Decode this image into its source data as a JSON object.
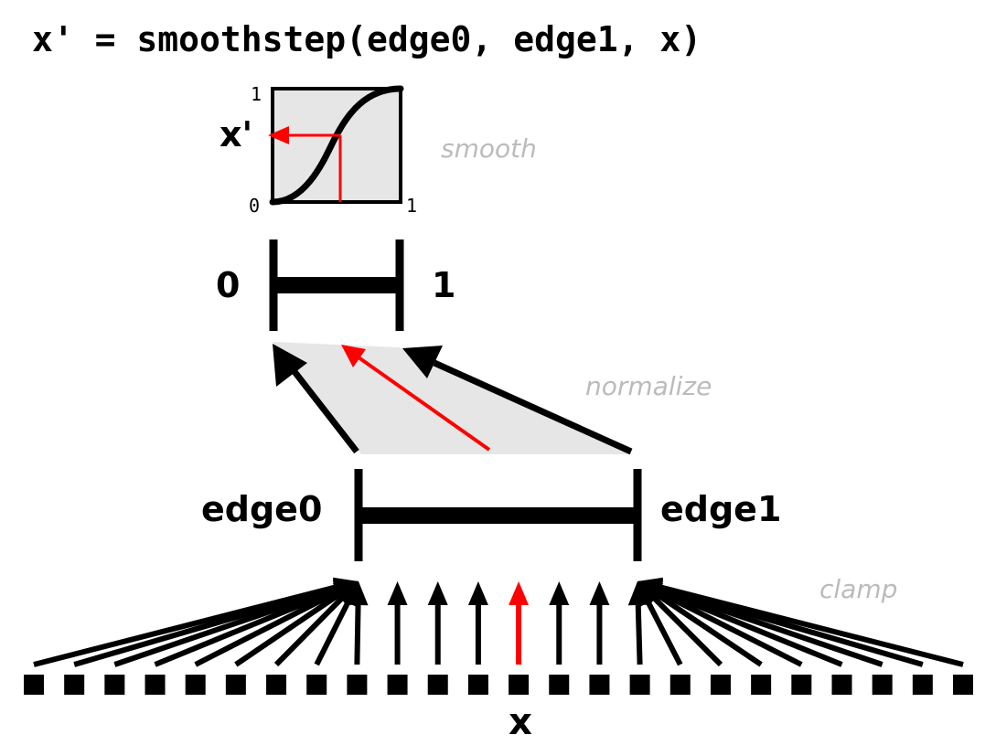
{
  "title": "x' = smoothstep(edge0, edge1, x)",
  "smooth_graph": {
    "y_label": "x'",
    "axis_top": "1",
    "axis_origin": "0",
    "axis_right": "1",
    "caption": "smooth"
  },
  "unit_range": {
    "low_label": "0",
    "high_label": "1"
  },
  "normalize": {
    "caption": "normalize"
  },
  "edge_range": {
    "low_label": "edge0",
    "high_label": "edge1"
  },
  "clamp": {
    "caption": "clamp"
  },
  "input": {
    "label": "x",
    "sample_count": 24,
    "highlighted_index": 12
  },
  "colors": {
    "ink": "#000000",
    "highlight": "#ff0000",
    "fill": "#e6e6e6",
    "caption": "#bbbbbb"
  }
}
